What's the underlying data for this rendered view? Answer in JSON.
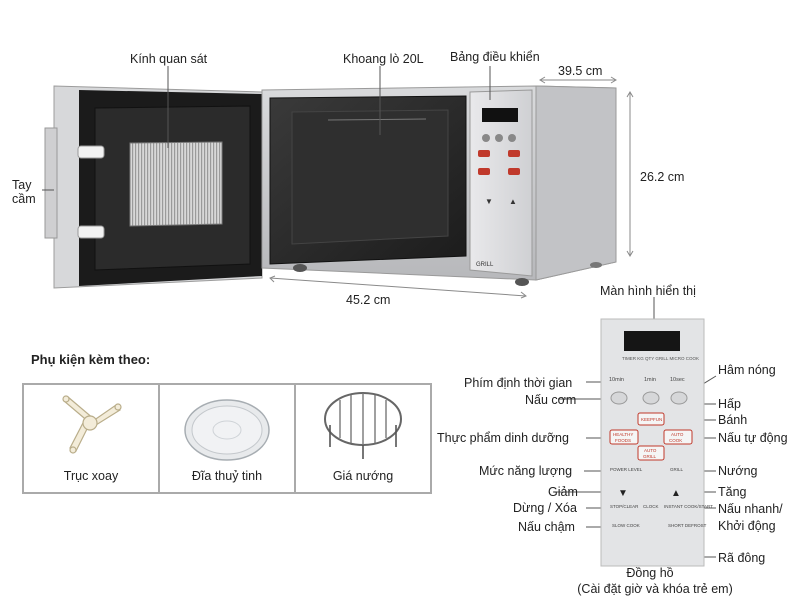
{
  "oven_labels": {
    "window": "Kính quan sát",
    "cavity": "Khoang lò 20L",
    "control_panel": "Bảng điều khiển",
    "handle": "Tay\ncầm",
    "depth": "39.5 cm",
    "height": "26.2 cm",
    "width": "45.2 cm",
    "brand_badge": "GRILL"
  },
  "panel_labels": {
    "display": "Màn hình hiển thị",
    "timer": "Phím định thời gian",
    "rice": "Nấu cơm",
    "reheat": "Hâm nóng",
    "steam": "Hấp",
    "cake": "Bánh",
    "healthy": "Thực phẩm dinh dưỡng",
    "auto_cook": "Nấu tự động",
    "power": "Mức năng lượng",
    "grill": "Nướng",
    "decrease": "Giảm",
    "increase": "Tăng",
    "stop_clear": "Dừng / Xóa",
    "quick_start": "Nấu nhanh/\nKhởi động",
    "slow_cook": "Nấu chậm",
    "defrost": "Rã đông",
    "clock": "Đồng hồ",
    "clock_note": "(Cài đặt giờ và khóa trẻ em)"
  },
  "panel_buttons": {
    "b10min": "10min",
    "b1min": "1min",
    "b10sec": "10sec",
    "keepfun": "KEEPFUN",
    "healthy": "HEALTHY\nFOODS",
    "auto": "AUTO\nCOOK",
    "autogrill": "AUTO\nGRILL",
    "power": "POWER LEVEL",
    "grill": "GRILL",
    "stop": "STOP/CLEAR",
    "clock": "CLOCK",
    "start": "INSTANT COOK/START",
    "slow": "SLOW COOK",
    "defrost": "SHORT DEFROST"
  },
  "accessories": {
    "title": "Phụ kiện kèm theo:",
    "items": [
      {
        "label": "Trục xoay"
      },
      {
        "label": "Đĩa thuỷ tinh"
      },
      {
        "label": "Giá nướng"
      }
    ]
  },
  "colors": {
    "body_silver": "#c9cacd",
    "door_frame": "#2a2a2a",
    "panel_bg": "#e3e4e6",
    "display_black": "#151515",
    "button_red": "#c0392b",
    "dim_line": "#8a8a8a"
  }
}
